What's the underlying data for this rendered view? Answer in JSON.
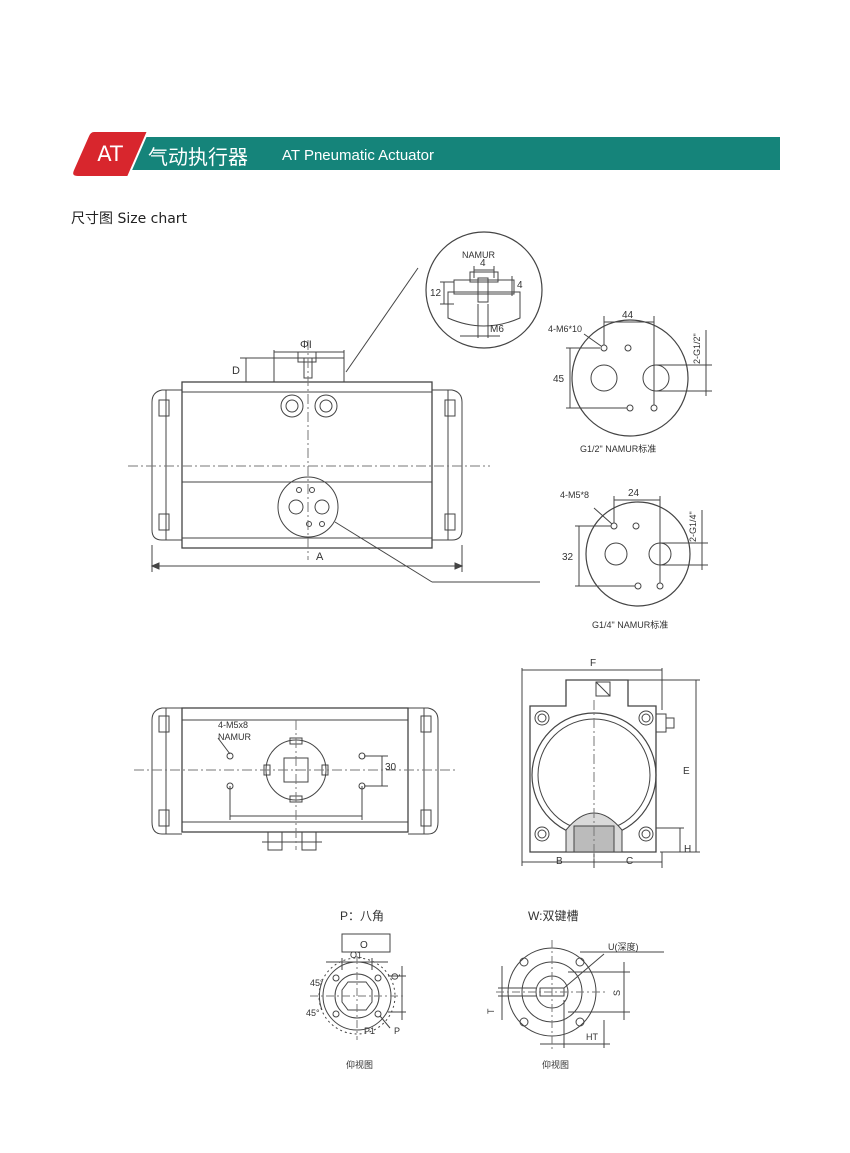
{
  "header": {
    "badge": "AT",
    "title_cn": "气动执行器",
    "title_en": "AT Pneumatic Actuator",
    "color_bar": "#15847a",
    "color_badge": "#d8262d"
  },
  "section_title": "尺寸图 Size chart",
  "top_view": {
    "label_phi": "ΦI",
    "label_d": "D",
    "label_a": "A"
  },
  "namur_detail": {
    "title": "NAMUR",
    "dim_4a": "4",
    "dim_4b": "4",
    "dim_12": "12",
    "dim_m6": "M6"
  },
  "flange_g12": {
    "dim_44": "44",
    "holes": "4-M6*10",
    "port": "2-G1/2\"",
    "dim_45": "45",
    "caption": "G1/2\" NAMUR标准"
  },
  "flange_g14": {
    "holes": "4-M5*8",
    "dim_24": "24",
    "port": "2-G1/4\"",
    "dim_32": "32",
    "caption": "G1/4\" NAMUR标准"
  },
  "bottom_view": {
    "holes": "4-M5x8",
    "namur": "NAMUR",
    "dim_30": "30"
  },
  "end_view": {
    "dim_f": "F",
    "dim_e": "E",
    "dim_h": "H",
    "dim_b": "B",
    "dim_c": "C"
  },
  "octagon": {
    "title": "P：八角",
    "dim_o": "O",
    "dim_o1": "O1",
    "dim_q": "Q",
    "angle1": "45°",
    "angle2": "45°",
    "dim_p1": "P1",
    "dim_p": "P",
    "caption": "仰视图"
  },
  "keyway": {
    "title": "W:双键槽",
    "depth": "U(深度)",
    "dim_s": "S",
    "dim_t": "T",
    "dim_ht": "HT",
    "caption": "仰视图"
  }
}
